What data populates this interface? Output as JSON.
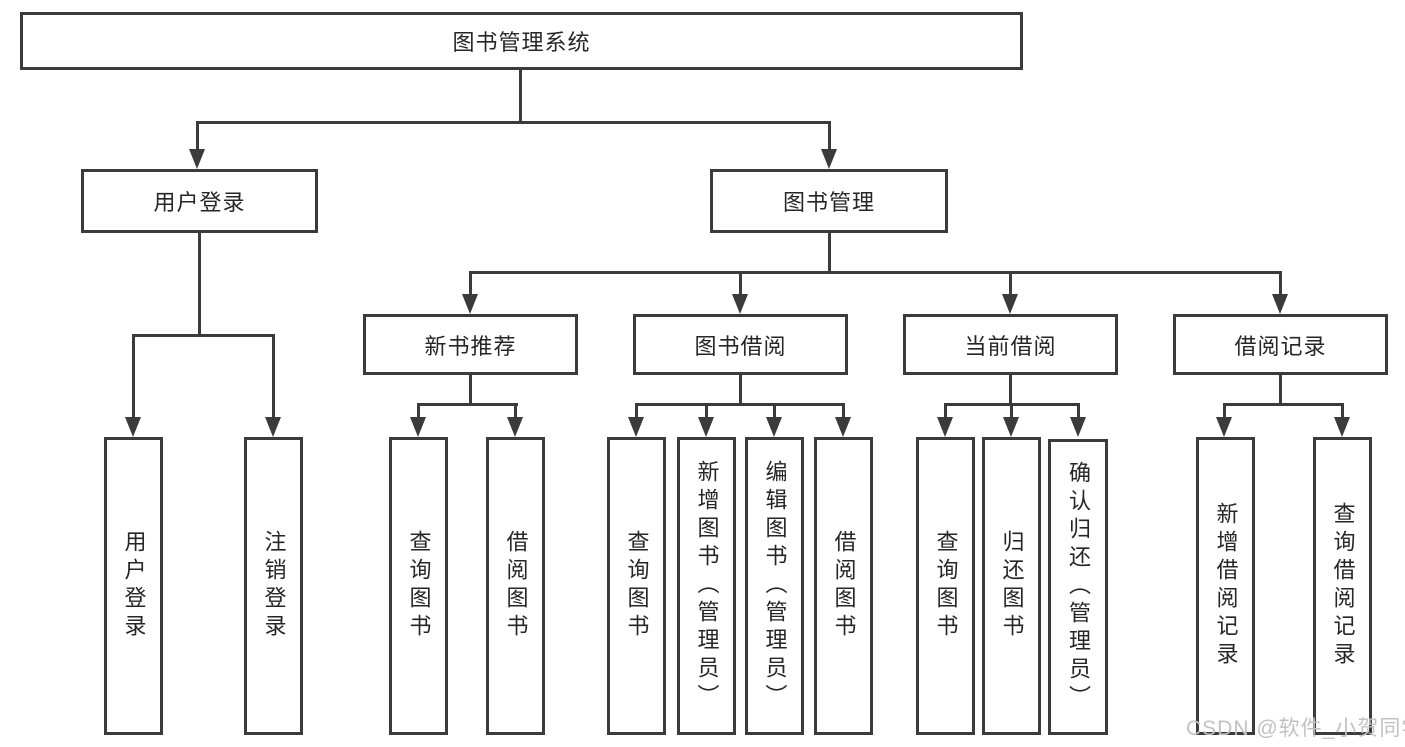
{
  "tree": {
    "label": "图书管理系统",
    "children": [
      {
        "label": "用户登录",
        "children": [
          {
            "label": "用户登录"
          },
          {
            "label": "注销登录"
          }
        ]
      },
      {
        "label": "图书管理",
        "children": [
          {
            "label": "新书推荐",
            "children": [
              {
                "label": "查询图书"
              },
              {
                "label": "借阅图书"
              }
            ]
          },
          {
            "label": "图书借阅",
            "children": [
              {
                "label": "查询图书"
              },
              {
                "label": "新增图书（管理员）"
              },
              {
                "label": "编辑图书（管理员）"
              },
              {
                "label": "借阅图书"
              }
            ]
          },
          {
            "label": "当前借阅",
            "children": [
              {
                "label": "查询图书"
              },
              {
                "label": "归还图书"
              },
              {
                "label": "确认归还（管理员）"
              }
            ]
          },
          {
            "label": "借阅记录",
            "children": [
              {
                "label": "新增借阅记录"
              },
              {
                "label": "查询借阅记录"
              }
            ]
          }
        ]
      }
    ]
  },
  "watermark": {
    "text": "CSDN @软件_小贺同学"
  },
  "colors": {
    "line": "#3b3b3b",
    "box_border": "#3b3b3b",
    "text": "#262626",
    "watermark": "#c3c1c1",
    "background": "#ffffff"
  }
}
